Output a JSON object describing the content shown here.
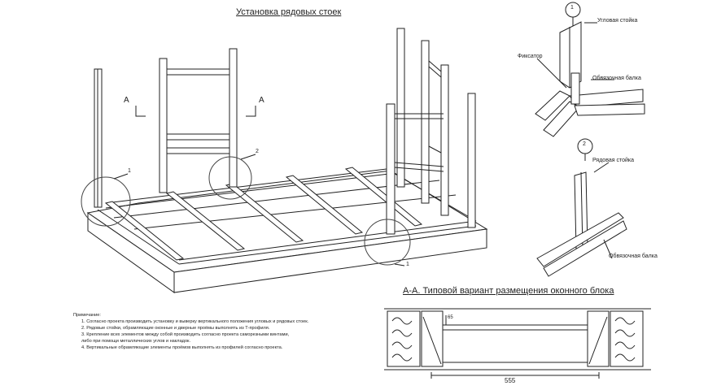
{
  "titles": {
    "main": "Установка рядовых стоек",
    "section": "А-А. Типовой вариант размещения оконного блока"
  },
  "section_marks": {
    "left": "А",
    "right": "А"
  },
  "callouts": {
    "main_1a": "1",
    "main_1b": "1",
    "main_2": "2",
    "detail_1": "1",
    "detail_2": "2"
  },
  "detail1_labels": {
    "corner_post": "Угловая стойка",
    "clamp": "Фиксатор",
    "strap_beam": "Обвязочная балка"
  },
  "detail2_labels": {
    "row_post": "Рядовая стойка",
    "strap_beam": "Обвязочная балка"
  },
  "notes": {
    "heading": "Примечание:",
    "items": [
      "1. Согласно проекта производить установку и выверку вертикального положения угловых и рядовых стоек.",
      "2. Рядовые стойки, обрамляющие оконные и дверные проёмы выполнять из Т-профиля.",
      "3. Крепление всех элементов между собой производить согласно проекта саморезными винтами,",
      "    либо при помощи металлических углов и накладок.",
      "4. Вертикальные обрамляющие элементы проёмов выполнять из профилей согласно проекта."
    ]
  },
  "dimensions": {
    "width": "555",
    "height": "65"
  },
  "colors": {
    "line": "#222222",
    "paper": "#ffffff"
  }
}
